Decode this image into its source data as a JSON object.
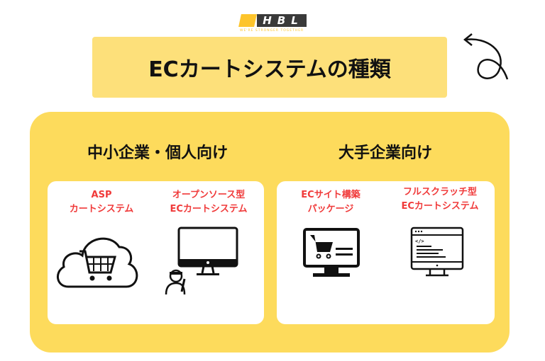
{
  "logo": {
    "text": "HBL",
    "tagline": "WE'RE STRONGER TOGETHER",
    "accent": "#FDC42B"
  },
  "title": "ECカートシステムの種類",
  "colors": {
    "panel": "#FDDB5C",
    "title_bg": "#FDE07A",
    "label": "#F03A3A"
  },
  "groups": [
    {
      "heading": "中小企業・個人向け",
      "items": [
        {
          "line1": "ASP",
          "line2": "カートシステム",
          "icon": "cloud-cart-icon"
        },
        {
          "line1": "オープンソース型",
          "line2": "ECカートシステム",
          "icon": "monitor-engineer-icon"
        }
      ]
    },
    {
      "heading": "大手企業向け",
      "items": [
        {
          "line1": "ECサイト構築",
          "line2": "パッケージ",
          "icon": "monitor-cart-icon"
        },
        {
          "line1": "フルスクラッチ型",
          "line2": "ECカートシステム",
          "icon": "monitor-code-icon"
        }
      ]
    }
  ]
}
